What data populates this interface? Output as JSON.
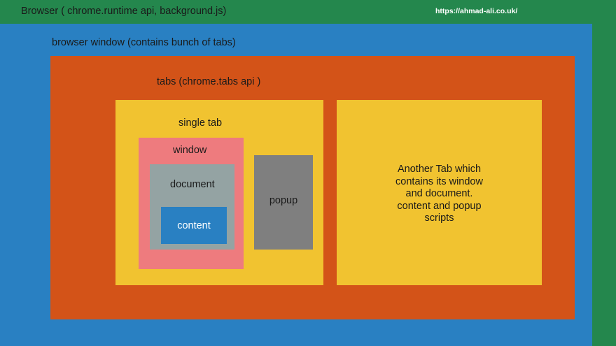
{
  "header": {
    "title": "Browser ( chrome.runtime api, background.js)",
    "url": "https://ahmad-ali.co.uk/"
  },
  "browser_window": {
    "label": "browser window (contains bunch of tabs)"
  },
  "tabs": {
    "label": "tabs (chrome.tabs api )"
  },
  "single_tab": {
    "label": "single tab",
    "window_label": "window",
    "document_label": "document",
    "content_label": "content",
    "popup_label": "popup"
  },
  "other_tab": {
    "text": "Another Tab which\ncontains its window\nand document.\ncontent and popup\nscripts"
  },
  "colors": {
    "header_green": "#24874d",
    "window_blue": "#2980c2",
    "tabs_orange": "#d35318",
    "tab_yellow": "#f1c330",
    "window_pink": "#ee7b7e",
    "document_gray": "#94a3a3",
    "content_blue": "#2980c2",
    "popup_gray": "#7f7f7f"
  }
}
